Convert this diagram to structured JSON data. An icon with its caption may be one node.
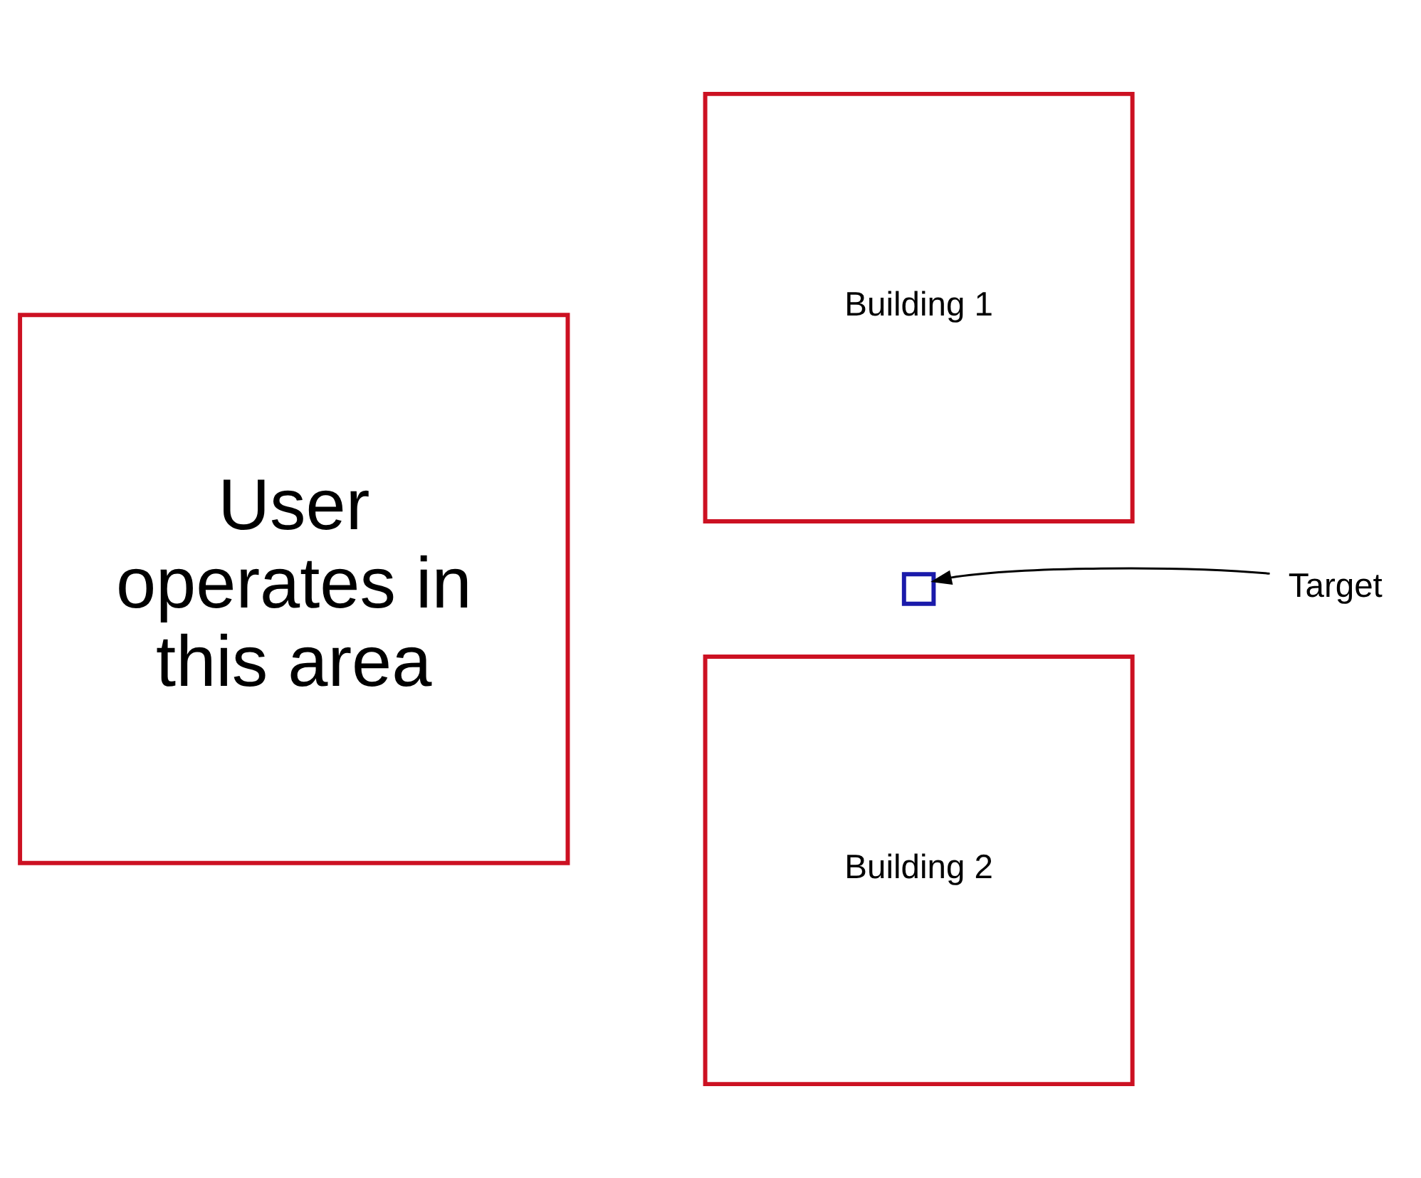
{
  "diagram": {
    "nodes": [
      {
        "text": [
          "User operates in this area"
        ]
      },
      {
        "text": [
          "Building 1"
        ]
      },
      {
        "text": [],
        "shape": "box"
      },
      {
        "text": [
          "Building 2"
        ]
      },
      {
        "text": [
          "Target"
        ]
      }
    ],
    "edges": [
      {
        "from": 4,
        "to": 2,
        "arrow": "to"
      }
    ]
  }
}
